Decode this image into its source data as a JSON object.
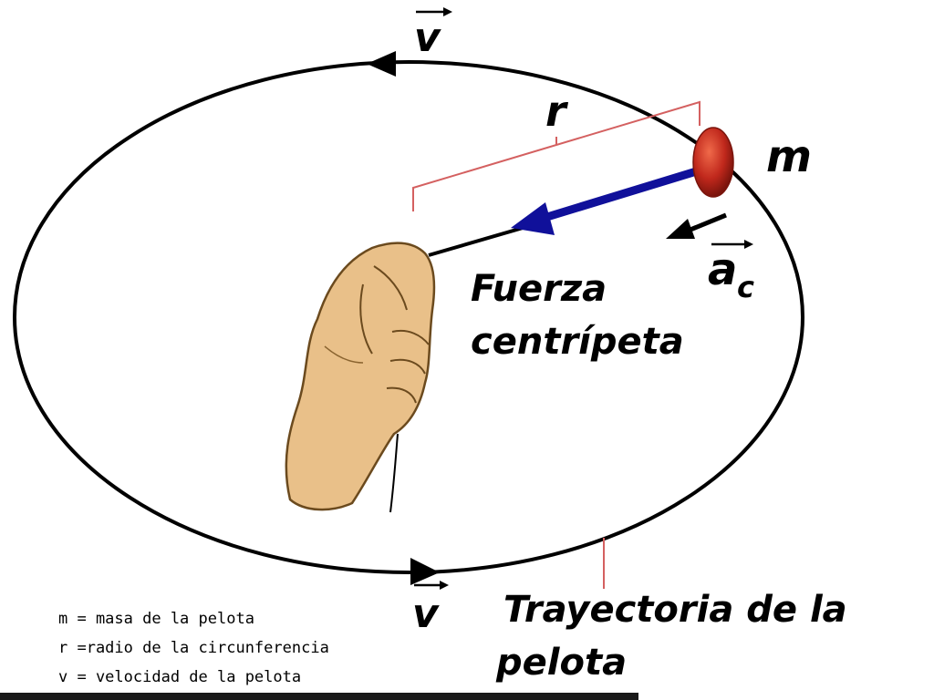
{
  "labels": {
    "v_top": "v",
    "v_bottom": "v",
    "radius": "r",
    "mass": "m",
    "accel": "a",
    "accel_sub": "c",
    "force_line1": "Fuerza",
    "force_line2": "centrípeta",
    "trajectory_line1": "Trayectoria de la",
    "trajectory_line2": "pelota"
  },
  "legend": [
    "m = masa de la pelota",
    "r  =radio de la circunferencia",
    "v  = velocidad de la pelota"
  ],
  "colors": {
    "force_arrow": "#10109a",
    "ball": "#c0281c",
    "radius_bracket": "#d46060",
    "hand": "#e9c089",
    "hand_outline": "#6b4a1e"
  }
}
